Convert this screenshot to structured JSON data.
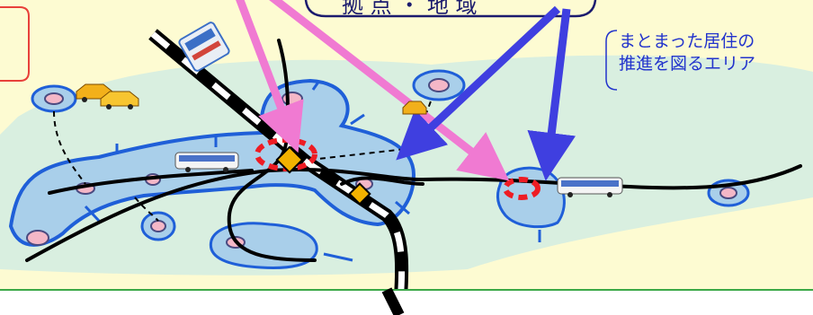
{
  "callout_top": {
    "text": "拠 点 ・ 地 域"
  },
  "callout_right": {
    "line1": "まとまった居住の",
    "line2": "推進を図るエリア"
  },
  "colors": {
    "background": "#fdfbd2",
    "area_outer": "#d9efe0",
    "area_core": "#a9cfea",
    "area_stroke": "#1f5fd8",
    "arrow_pink": "#f07ad2",
    "arrow_blue": "#3f3fe0",
    "hub_ring": "#ee1c24",
    "station_marker": "#f2b200",
    "rail": "#000000",
    "footer_line": "#3aa848"
  },
  "icons": {
    "bus": "bus-icon",
    "taxi": "taxi-icon",
    "train": "train-icon",
    "station": "station-icon"
  }
}
